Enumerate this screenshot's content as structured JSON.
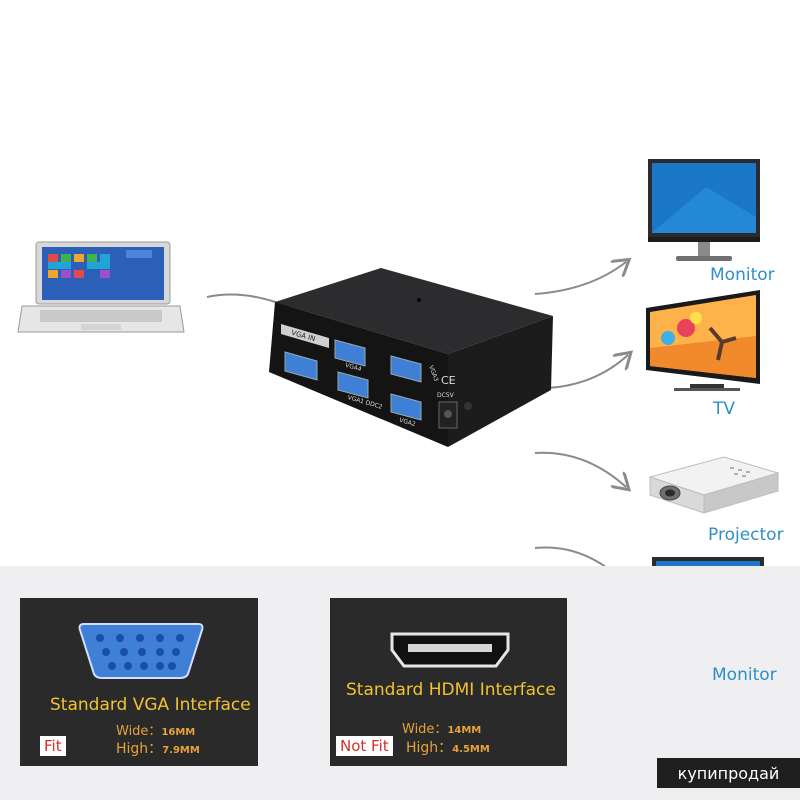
{
  "splitter": {
    "port_labels": {
      "vga_in": "VGA IN",
      "vga4": "VGA4",
      "vga3": "VGA3",
      "vga1": "VGA1 DDC2",
      "vga2": "VGA2",
      "ce": "CE",
      "dc": "DC5V"
    }
  },
  "outputs": [
    {
      "label": "Monitor",
      "icon": "monitor-icon"
    },
    {
      "label": "TV",
      "icon": "tv-icon"
    },
    {
      "label": "Projector",
      "icon": "projector-icon"
    },
    {
      "label": "Monitor",
      "icon": "monitor-icon"
    }
  ],
  "comparison": {
    "vga": {
      "title": "Standard VGA Interface",
      "wide_label": "Wide：",
      "wide_value": "16MM",
      "high_label": "High：",
      "high_value": "7.9MM",
      "badge": "Fit",
      "badge_color": "#d2302a"
    },
    "hdmi": {
      "title": "Standard HDMI Interface",
      "wide_label": "Wide：",
      "wide_value": "14MM",
      "high_label": "High：",
      "high_value": "4.5MM",
      "badge": "Not Fit",
      "badge_color": "#d2302a"
    }
  },
  "watermark": "купипродай",
  "colors": {
    "label_blue": "#2e8fc9",
    "title_yellow": "#f2c230",
    "spec_orange": "#e7a23a",
    "vga_port_blue": "#3f7fd6"
  }
}
